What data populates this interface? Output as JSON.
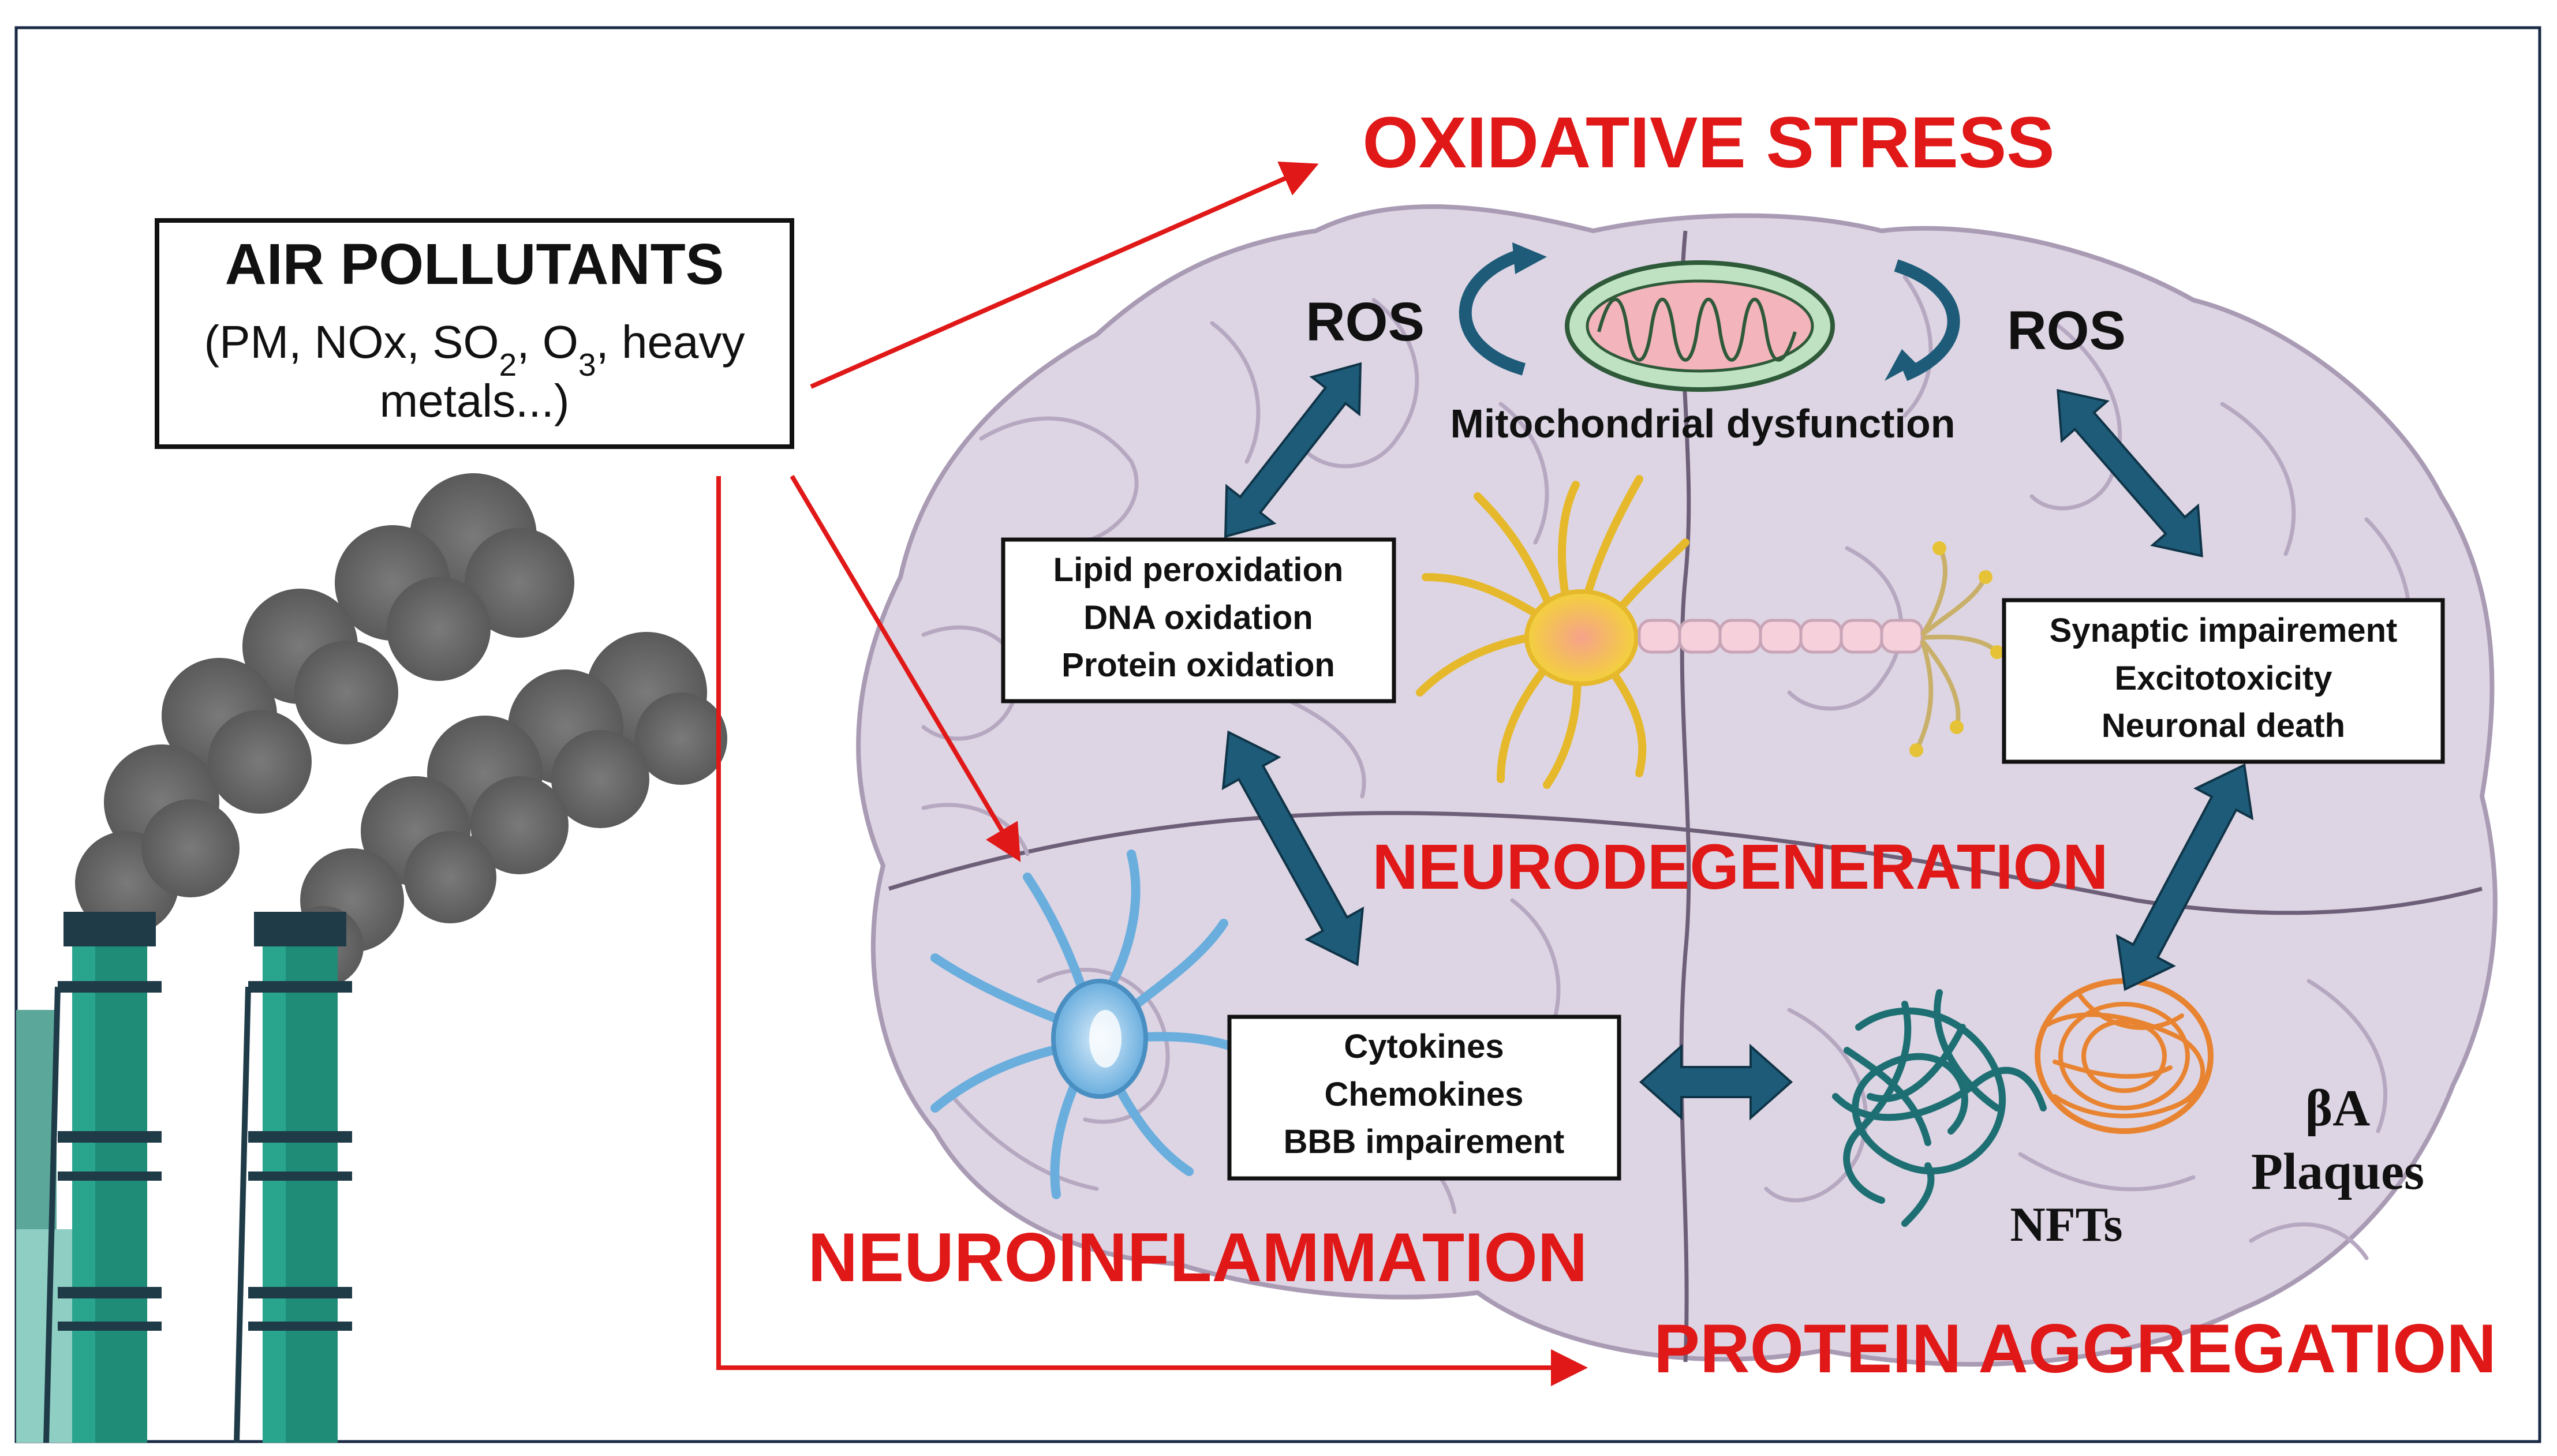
{
  "source": {
    "title": "AIR POLLUTANTS",
    "detail_prefix": "(PM, NOx,  SO",
    "so_sub": "2",
    "sep": ", O",
    "o_sub": "3",
    "detail_suffix": ", heavy",
    "detail_line2": "metals...)"
  },
  "headings": {
    "oxidative_stress": "OXIDATIVE STRESS",
    "neurodegeneration": "NEURODEGENERATION",
    "neuroinflammation": "NEUROINFLAMMATION",
    "protein_aggregation": "PROTEIN AGGREGATION"
  },
  "labels": {
    "ros_left": "ROS",
    "ros_right": "ROS",
    "mito": "Mitochondrial dysfunction",
    "nfts": "NFTs",
    "ba": "βA",
    "plaques": "Plaques"
  },
  "boxes": {
    "oxidation": [
      "Lipid peroxidation",
      "DNA oxidation",
      "Protein oxidation"
    ],
    "synaptic": [
      "Synaptic impairement",
      "Excitotoxicity",
      "Neuronal death"
    ],
    "cytokines": [
      "Cytokines",
      "Chemokines",
      "BBB impairement"
    ]
  },
  "colors": {
    "red": "#e01818",
    "teal_arrow": "#1d5b78",
    "brain": "#ddd5e3",
    "brain_line": "#a99bb4",
    "smoke": "#6a6a6a",
    "chimney": "#1f8c78"
  }
}
